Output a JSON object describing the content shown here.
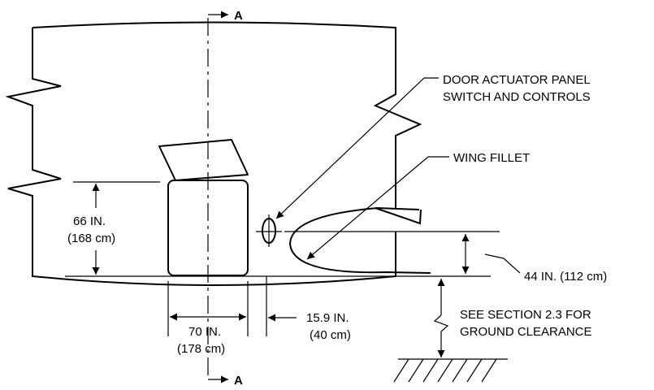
{
  "section_labels": {
    "top": "A",
    "bottom": "A"
  },
  "callouts": {
    "door_actuator_line1": "DOOR ACTUATOR PANEL",
    "door_actuator_line2": "SWITCH AND CONTROLS",
    "wing_fillet": "WING FILLET",
    "ground_note_line1": "SEE SECTION 2.3 FOR",
    "ground_note_line2": "GROUND CLEARANCE"
  },
  "dimensions": {
    "door_height_in": "66 IN.",
    "door_height_cm": "(168 cm)",
    "door_width_in": "70 IN.",
    "door_width_cm": "(178 cm)",
    "door_offset_in": "15.9 IN.",
    "door_offset_cm": "(40 cm)",
    "sill_height": "44 IN. (112 cm)"
  }
}
